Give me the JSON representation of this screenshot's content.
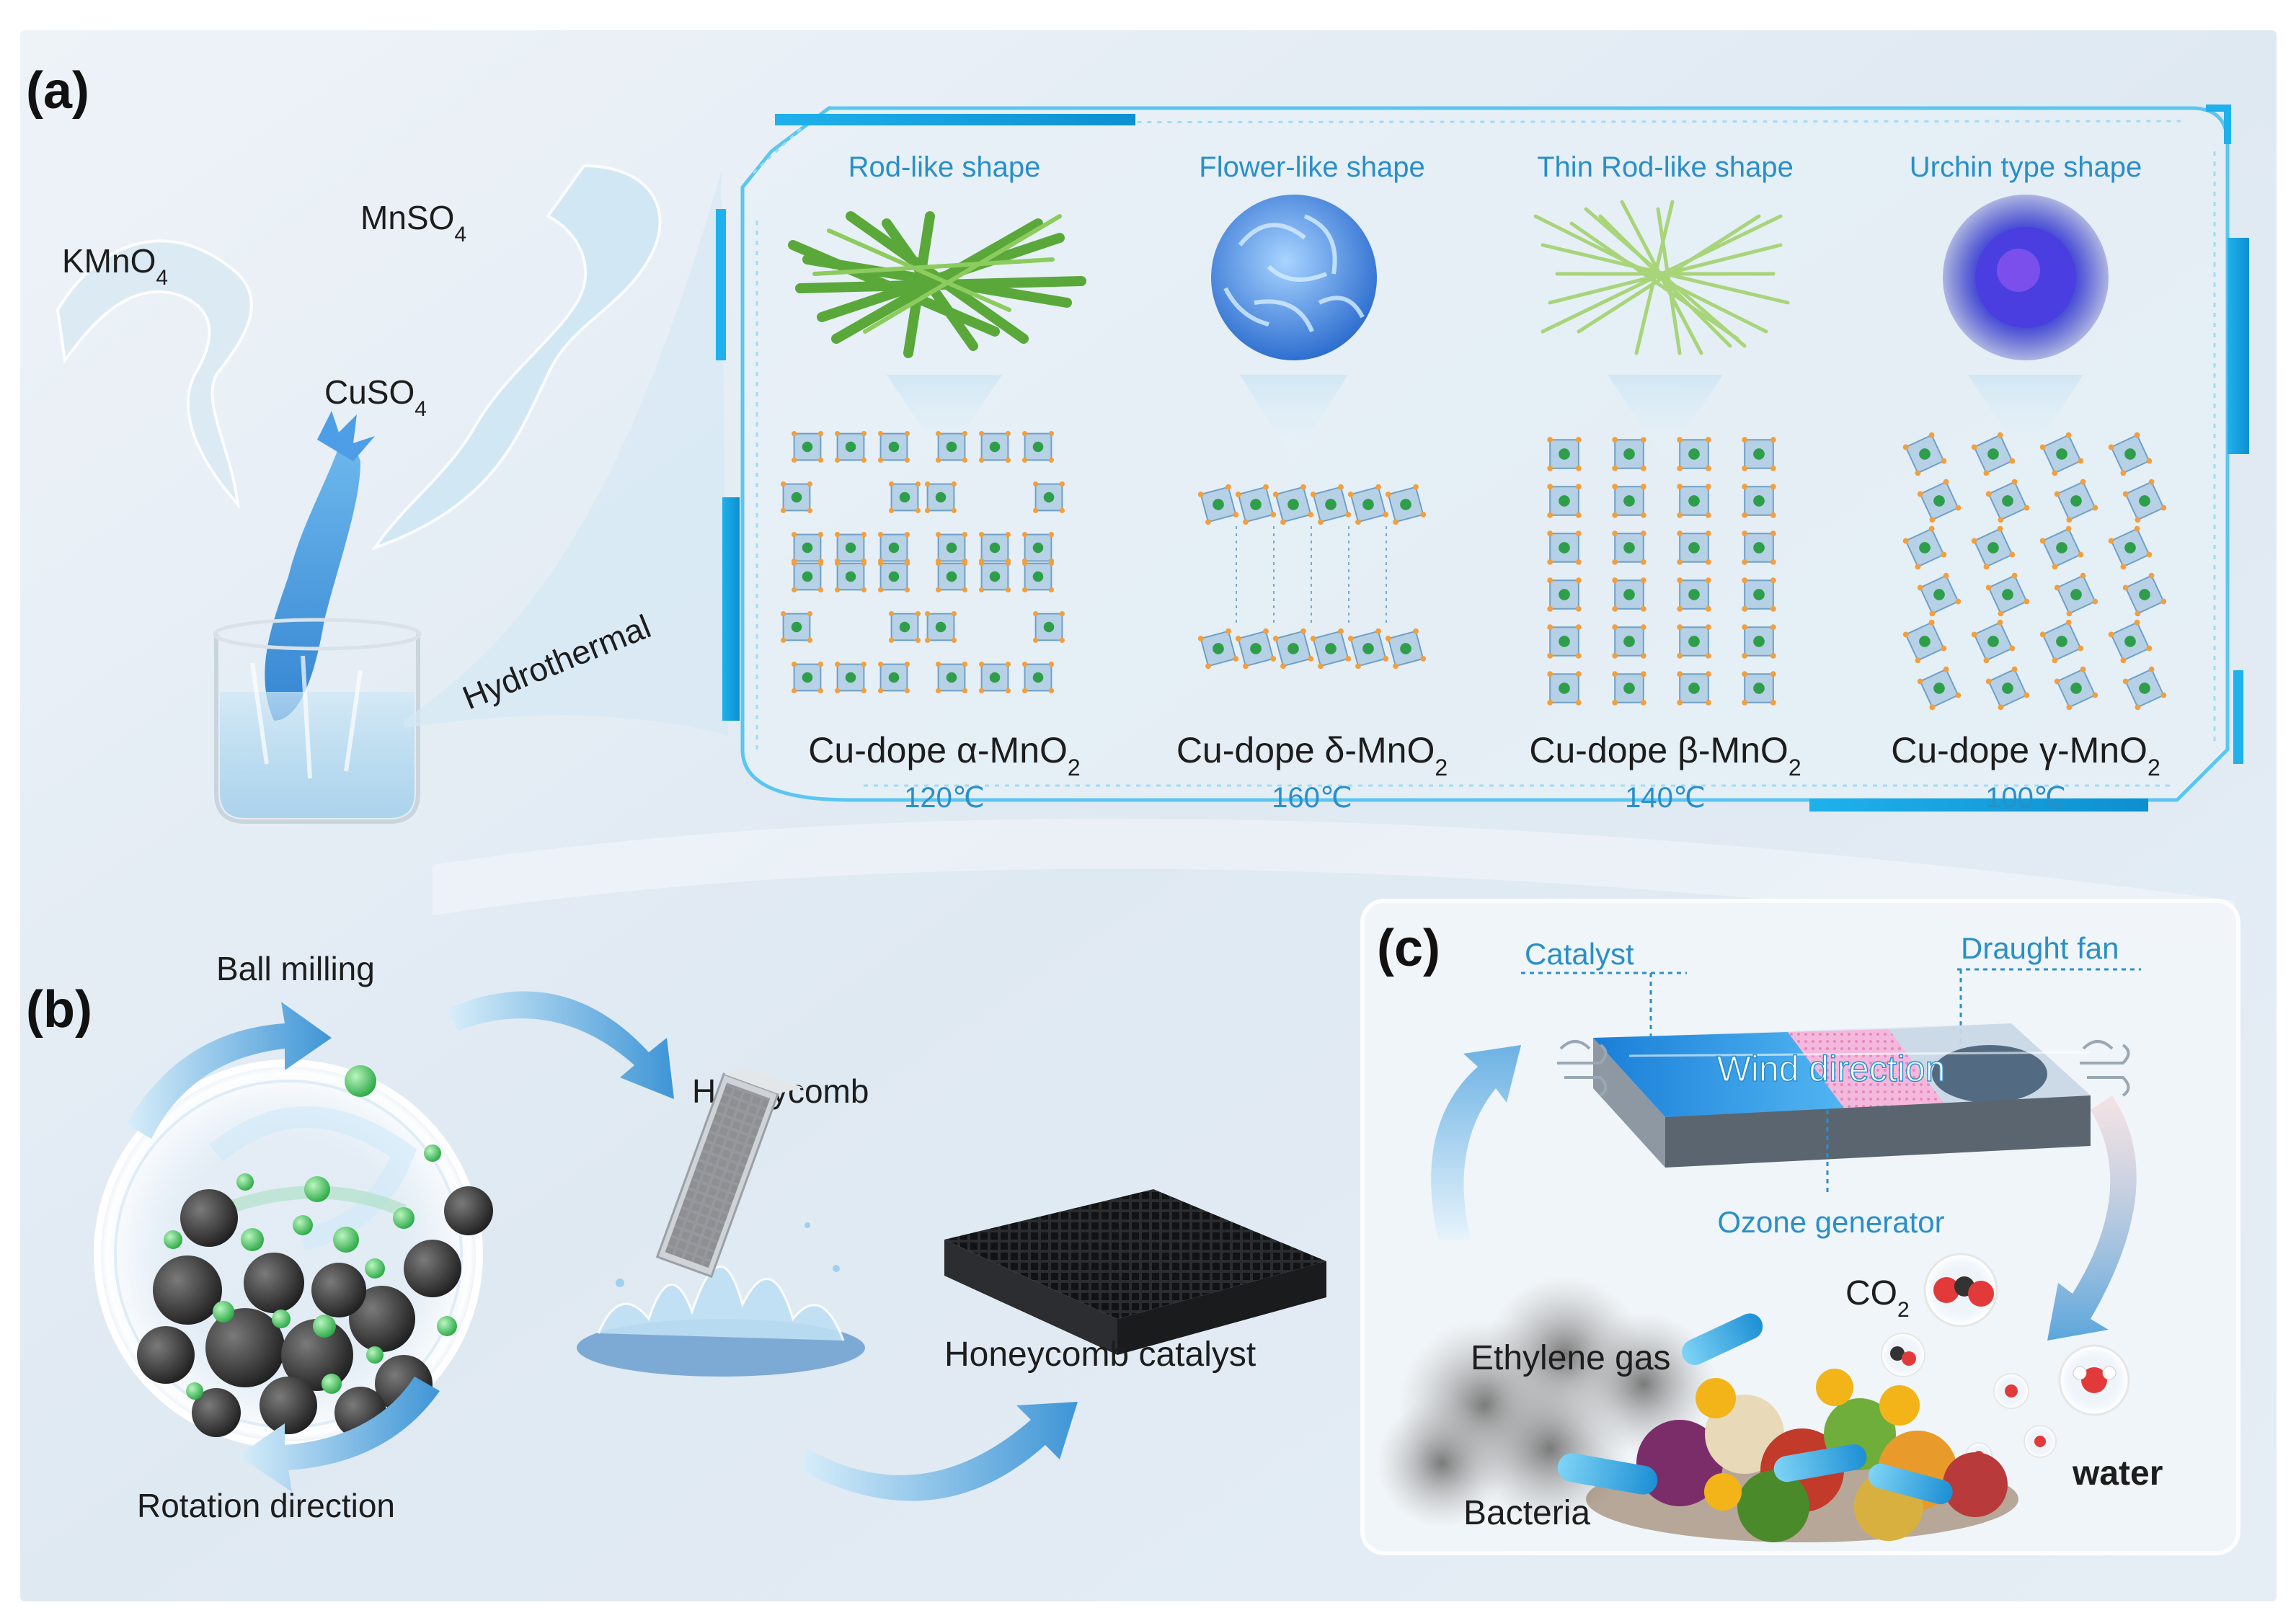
{
  "panels": {
    "a_label": "(a)",
    "b_label": "(b)",
    "c_label": "(c)"
  },
  "panel_a": {
    "precursors": {
      "kmno4": {
        "base": "KMnO",
        "sub": "4"
      },
      "mnso4": {
        "base": "MnSO",
        "sub": "4"
      },
      "cuso4": {
        "base": "CuSO",
        "sub": "4"
      }
    },
    "process": "Hydrothermal",
    "shapes": [
      {
        "shape": "Rod-like shape",
        "phase": "Cu-dope α-MnO",
        "sub": "2",
        "temp": "120℃",
        "color": "#5aa83a"
      },
      {
        "shape": "Flower-like shape",
        "phase": "Cu-dope δ-MnO",
        "sub": "2",
        "temp": "160℃",
        "color": "#3f86e0"
      },
      {
        "shape": "Thin Rod-like shape",
        "phase": "Cu-dope β-MnO",
        "sub": "2",
        "temp": "140℃",
        "color": "#a8d47a"
      },
      {
        "shape": "Urchin type shape",
        "phase": "Cu-dope γ-MnO",
        "sub": "2",
        "temp": "100℃",
        "color": "#3b3fd8"
      }
    ]
  },
  "panel_b": {
    "ball_milling": "Ball milling",
    "rotation": "Rotation direction",
    "honeycomb": "Honeycomb",
    "honeycomb_catalyst": "Honeycomb catalyst"
  },
  "panel_c": {
    "catalyst": "Catalyst",
    "draught_fan": "Draught fan",
    "wind_direction": "Wind direction",
    "ozone_generator": "Ozone generator",
    "co2": {
      "base": "CO",
      "sub": "2"
    },
    "ethylene": "Ethylene gas",
    "water": "water",
    "bacteria": "Bacteria"
  },
  "colors": {
    "accent_cyan": "#1fb1ec",
    "label_blue": "#2a8fc8",
    "sphere_green": "#3ec45a",
    "sphere_dark": "#3a3a3a",
    "mn_green": "#2f9e4a",
    "o_orange": "#f0a040"
  }
}
